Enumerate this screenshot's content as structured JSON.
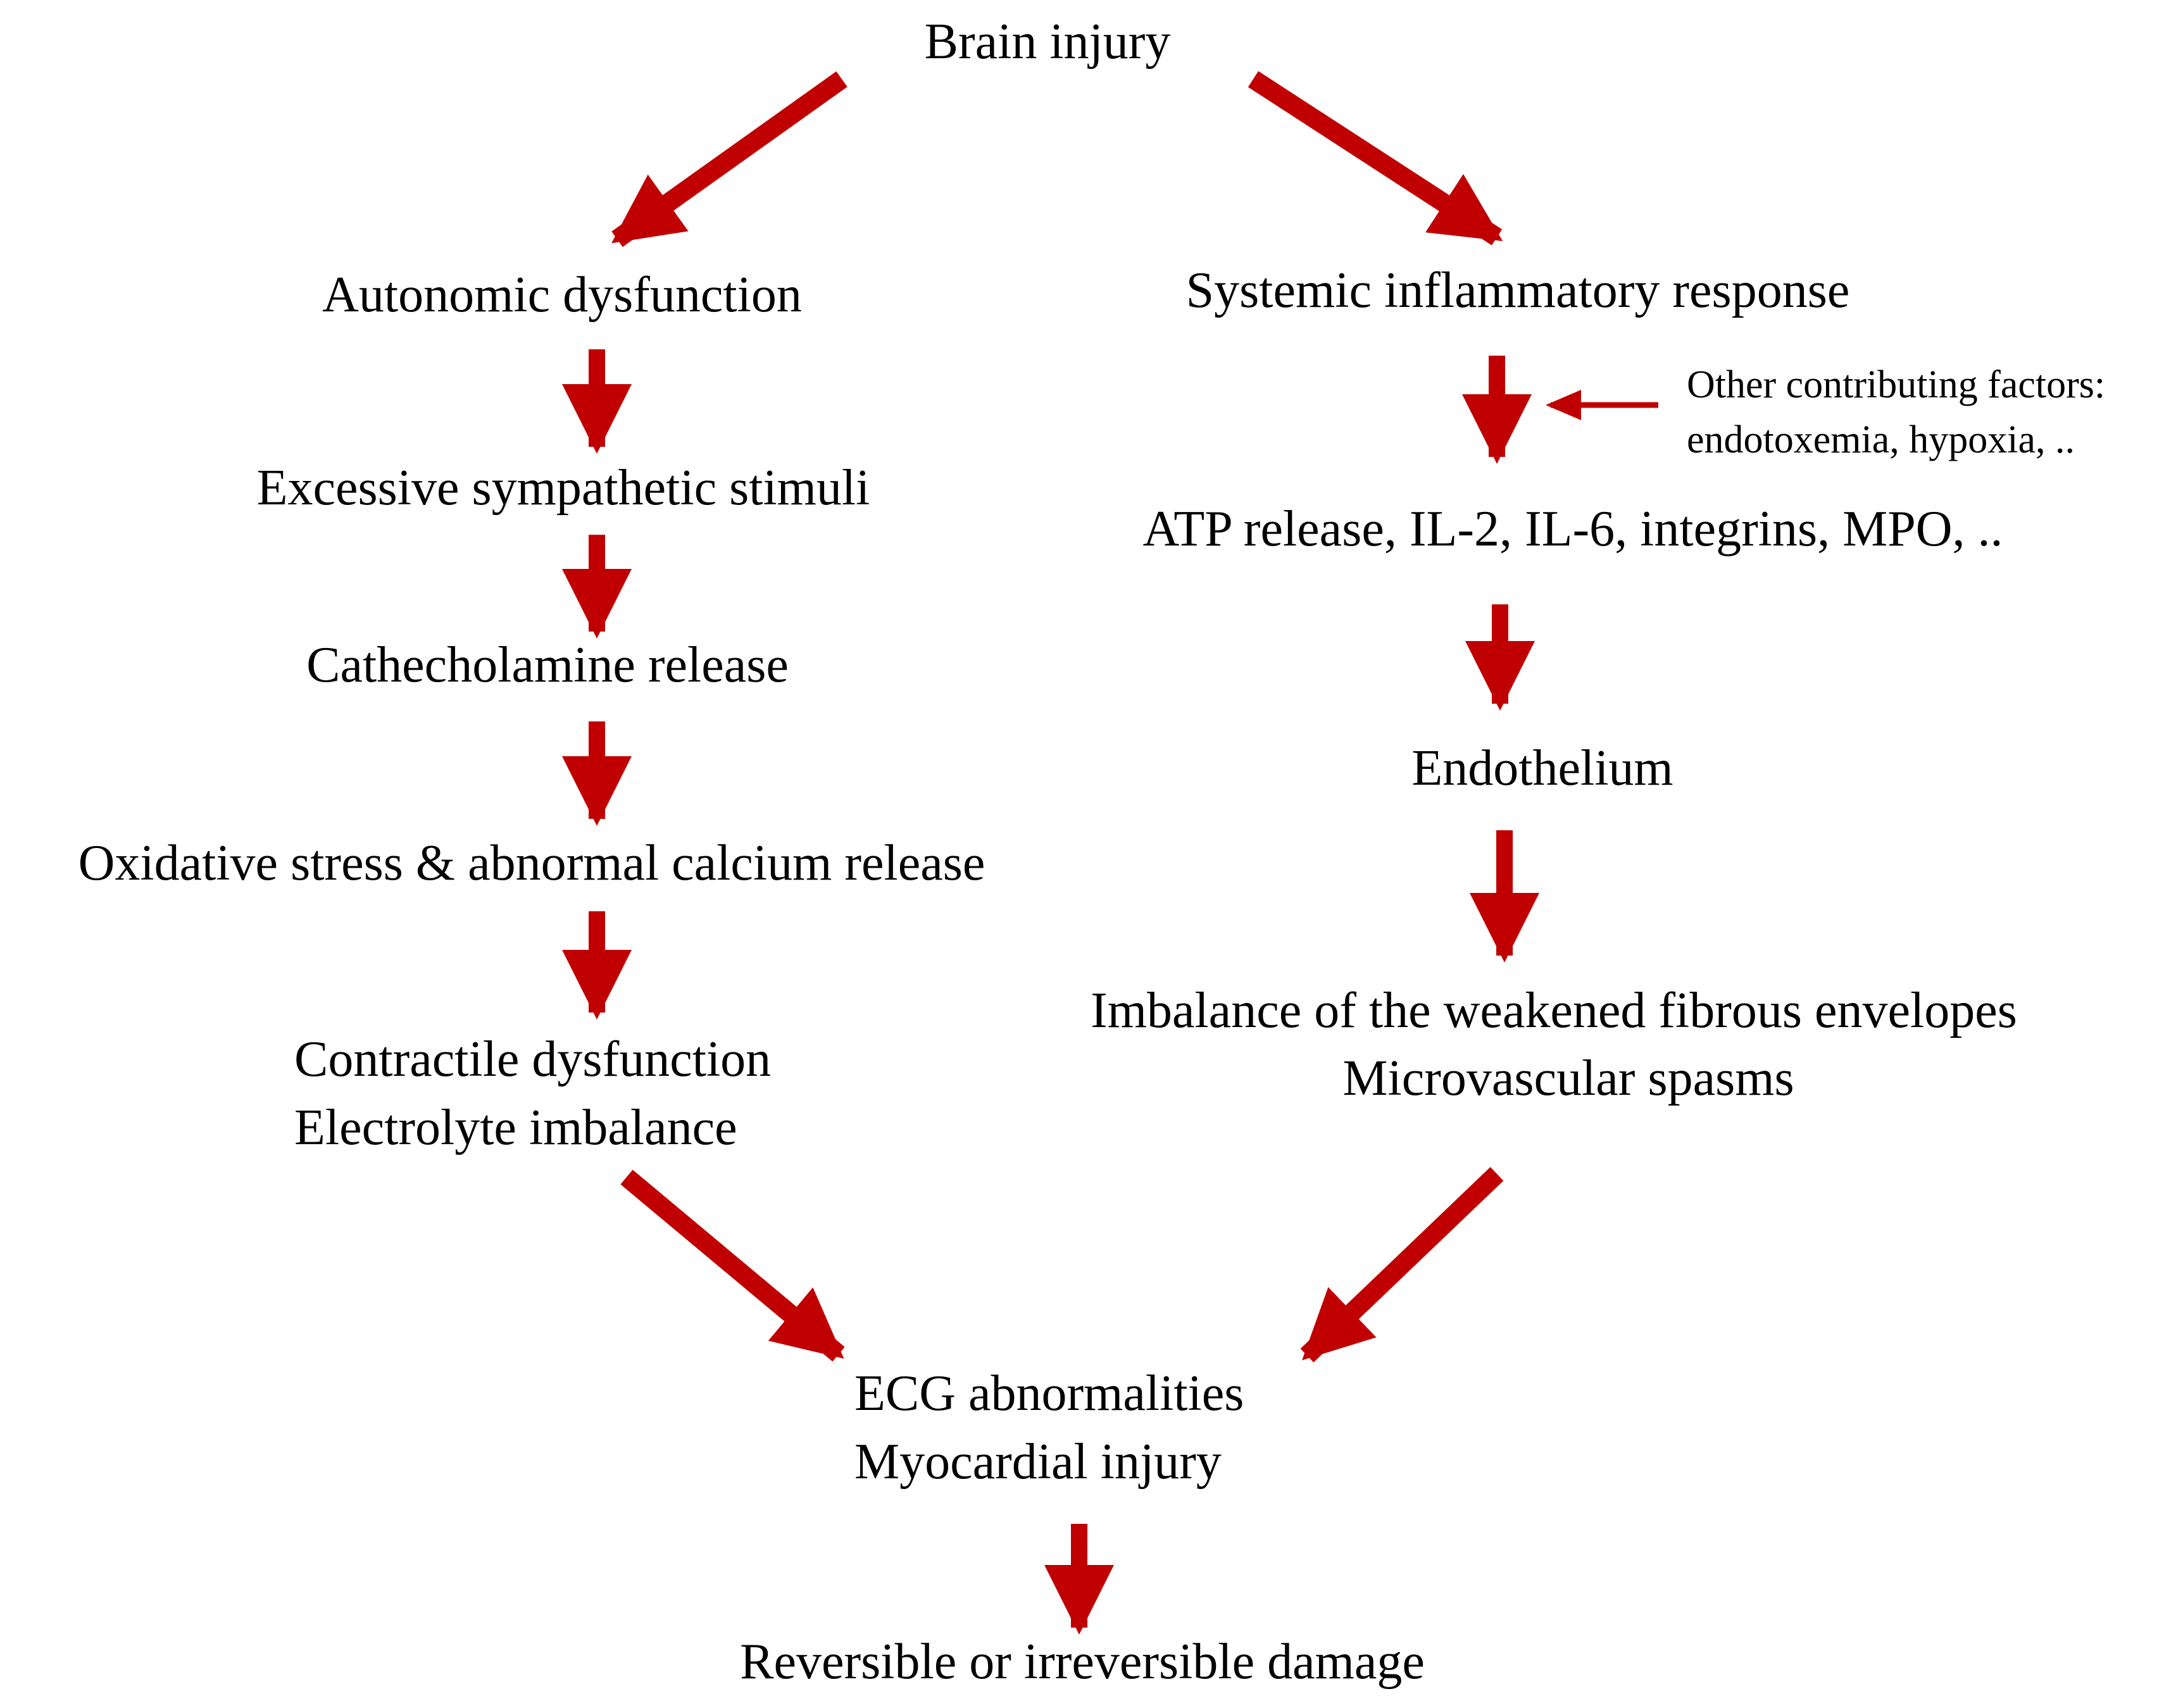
{
  "diagram": {
    "arrow_color": "#c00000",
    "text_color": "#000000",
    "top": {
      "brain_injury": "Brain injury"
    },
    "left_branch": {
      "autonomic_dysfunction": "Autonomic dysfunction",
      "excessive_sympathetic_stimuli": "Excessive sympathetic stimuli",
      "cathecholamine_release": "Cathecholamine release",
      "oxidative_stress": "Oxidative stress & abnormal calcium release",
      "contractile_dysfunction": "Contractile dysfunction",
      "electrolyte_imbalance": "Electrolyte imbalance"
    },
    "right_branch": {
      "systemic_inflammatory_response": "Systemic inflammatory response",
      "other_factors_line1": "Other contributing factors:",
      "other_factors_line2": "endotoxemia, hypoxia, ..",
      "mediators": "ATP release, IL-2, IL-6, integrins, MPO, ..",
      "endothelium": "Endothelium",
      "fibrous_envelopes": "Imbalance of the weakened fibrous envelopes",
      "microvascular_spasms": "Microvascular spasms"
    },
    "bottom": {
      "ecg_abnormalities": "ECG abnormalities",
      "myocardial_injury": "Myocardial injury",
      "damage": "Reversible or irreversible damage"
    }
  }
}
